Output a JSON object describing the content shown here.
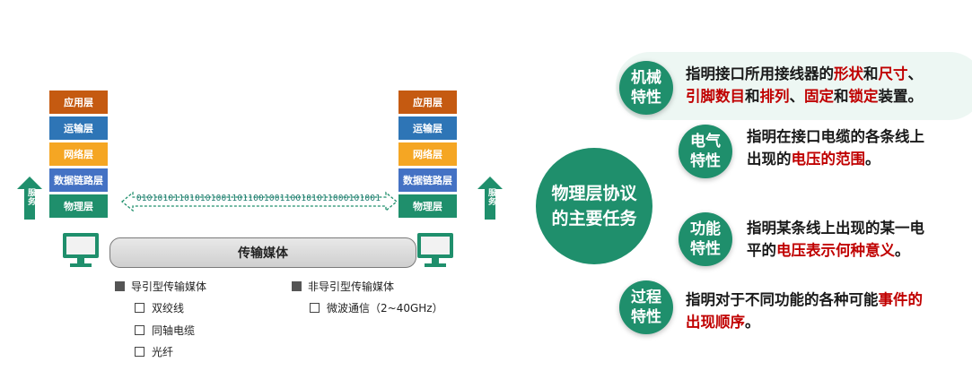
{
  "left_stack": {
    "layers": [
      "应用层",
      "运输层",
      "网络层",
      "数据链路层",
      "物理层"
    ],
    "colors": [
      "#c55a11",
      "#2e75b6",
      "#f5a623",
      "#4472c4",
      "#1f8f6c"
    ]
  },
  "right_stack": {
    "layers": [
      "应用层",
      "运输层",
      "网络层",
      "数据链路层",
      "物理层"
    ]
  },
  "service_label": "服务",
  "bit_stream": "0101010110101010011011001001100101011000101001",
  "medium_label": "传输媒体",
  "guided": {
    "title": "导引型传输媒体",
    "items": [
      "双绞线",
      "同轴电缆",
      "光纤"
    ]
  },
  "unguided": {
    "title": "非导引型传输媒体",
    "items": [
      "微波通信（2~40GHz）"
    ]
  },
  "center_topic": {
    "line1": "物理层协议",
    "line2": "的主要任务"
  },
  "characteristics": [
    {
      "name_line1": "机械",
      "name_line2": "特性",
      "line1": [
        {
          "t": "指明接口所用接线器的",
          "hl": false
        },
        {
          "t": "形状",
          "hl": true
        },
        {
          "t": "和",
          "hl": false
        },
        {
          "t": "尺寸",
          "hl": true
        },
        {
          "t": "、",
          "hl": false
        }
      ],
      "line2": [
        {
          "t": "引脚数目",
          "hl": true
        },
        {
          "t": "和",
          "hl": false
        },
        {
          "t": "排列",
          "hl": true
        },
        {
          "t": "、",
          "hl": false
        },
        {
          "t": "固定",
          "hl": true
        },
        {
          "t": "和",
          "hl": false
        },
        {
          "t": "锁定",
          "hl": true
        },
        {
          "t": "装置。",
          "hl": false
        }
      ]
    },
    {
      "name_line1": "电气",
      "name_line2": "特性",
      "line1": [
        {
          "t": "指明在接口电缆的各条线上",
          "hl": false
        }
      ],
      "line2": [
        {
          "t": "出现的",
          "hl": false
        },
        {
          "t": "电压的范围",
          "hl": true
        },
        {
          "t": "。",
          "hl": false
        }
      ]
    },
    {
      "name_line1": "功能",
      "name_line2": "特性",
      "line1": [
        {
          "t": "指明某条线上出现的某一电",
          "hl": false
        }
      ],
      "line2": [
        {
          "t": "平的",
          "hl": false
        },
        {
          "t": "电压表示何种意义",
          "hl": true
        },
        {
          "t": "。",
          "hl": false
        }
      ]
    },
    {
      "name_line1": "过程",
      "name_line2": "特性",
      "line1": [
        {
          "t": "指明对于不同功能的各种可能",
          "hl": false
        },
        {
          "t": "事件的",
          "hl": true
        }
      ],
      "line2": [
        {
          "t": "出现顺序",
          "hl": true
        },
        {
          "t": "。",
          "hl": false
        }
      ]
    }
  ],
  "colors": {
    "accent_green": "#1f8f6c",
    "highlight_red": "#c00000"
  }
}
